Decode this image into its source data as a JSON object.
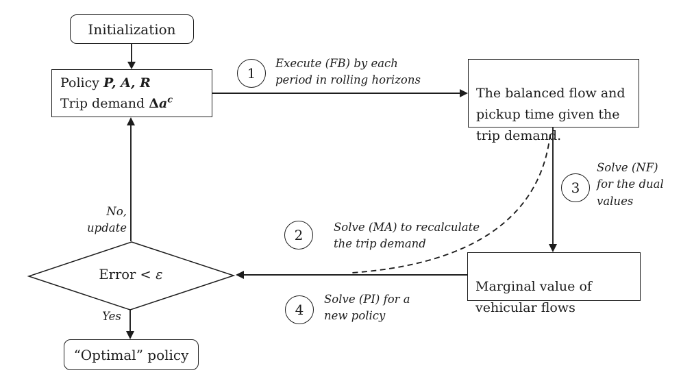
{
  "colors": {
    "ink": "#1d1d1d",
    "background": "#ffffff"
  },
  "nodes": {
    "initialization": {
      "label": "Initialization"
    },
    "policy": {
      "line1_prefix": "Policy ",
      "line1_math": "P, A, R",
      "line2_prefix": "Trip demand ",
      "line2_delta": "Δ",
      "line2_var": "a",
      "line2_sup": "c"
    },
    "balanced_flow": {
      "label": "The balanced flow and\npickup time given the\ntrip demand."
    },
    "marginal_value": {
      "label": "Marginal value of\nvehicular flows"
    },
    "decision": {
      "prefix": "Error < ",
      "epsilon": "ε"
    },
    "optimal_policy": {
      "label": "“Optimal” policy"
    }
  },
  "steps": [
    {
      "num": "1",
      "text": "Execute (FB) by each\nperiod in rolling horizons"
    },
    {
      "num": "2",
      "text": "Solve (MA) to recalculate\nthe trip demand"
    },
    {
      "num": "3",
      "text": "Solve (NF)\nfor the dual\nvalues"
    },
    {
      "num": "4",
      "text": "Solve (PI) for a\nnew policy"
    }
  ],
  "edge_labels": {
    "no": "No,\nupdate",
    "yes": "Yes"
  }
}
